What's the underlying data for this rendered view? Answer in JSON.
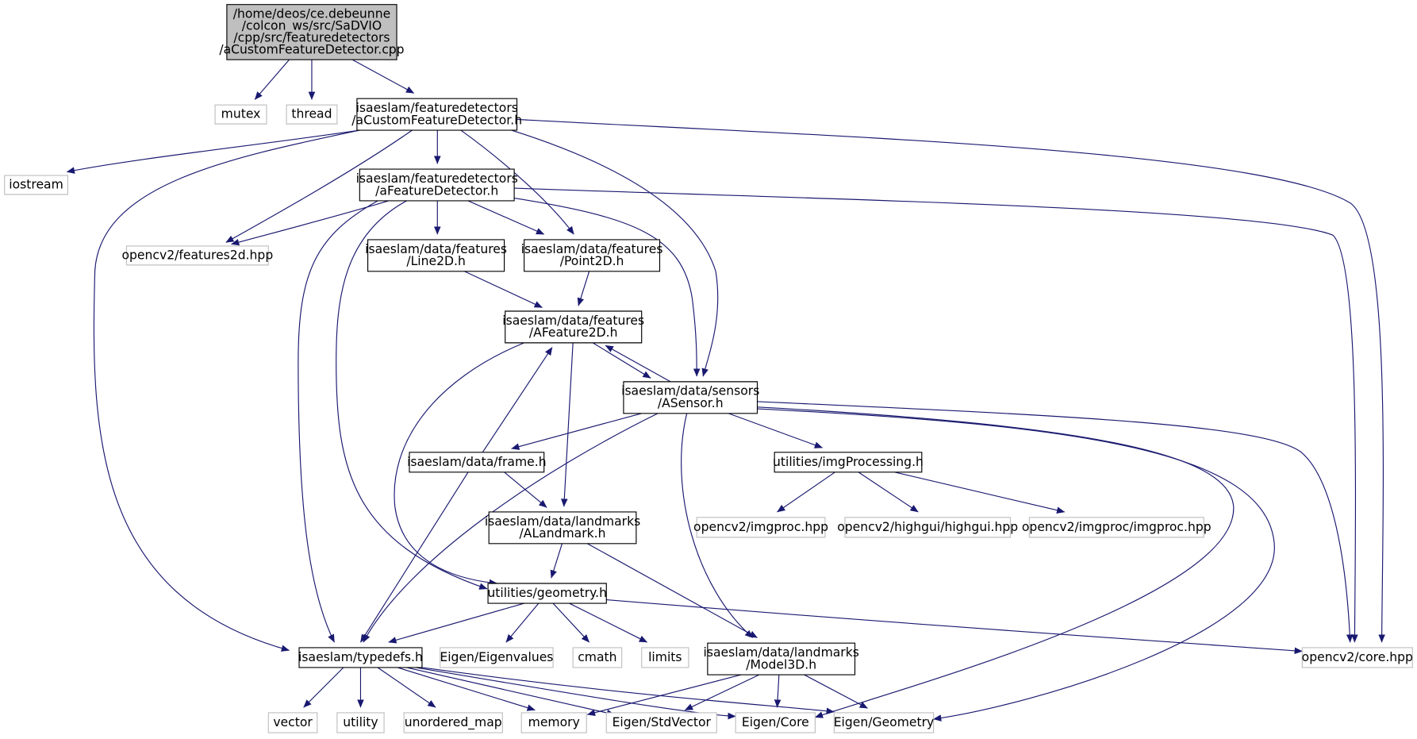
{
  "colors": {
    "edge": "#191970",
    "root_fill": "#bfbfbf",
    "root_border": "#000000",
    "node_border": "#000000",
    "external_border": "#bfbfbf",
    "node_fill": "#ffffff"
  },
  "nodes": [
    {
      "id": "root",
      "kind": "root",
      "lines": [
        "/home/deos/ce.debeunne",
        "/colcon_ws/src/SaDVIO",
        "/cpp/src/featuredetectors",
        "/aCustomFeatureDetector.cpp"
      ]
    },
    {
      "id": "mutex",
      "kind": "external",
      "lines": [
        "mutex"
      ]
    },
    {
      "id": "thread",
      "kind": "external",
      "lines": [
        "thread"
      ]
    },
    {
      "id": "acfd_h",
      "kind": "header",
      "lines": [
        "isaeslam/featuredetectors",
        "/aCustomFeatureDetector.h"
      ]
    },
    {
      "id": "iostream",
      "kind": "external",
      "lines": [
        "iostream"
      ]
    },
    {
      "id": "afd_h",
      "kind": "header",
      "lines": [
        "isaeslam/featuredetectors",
        "/aFeatureDetector.h"
      ]
    },
    {
      "id": "features2d",
      "kind": "external",
      "lines": [
        "opencv2/features2d.hpp"
      ]
    },
    {
      "id": "line2d",
      "kind": "header",
      "lines": [
        "isaeslam/data/features",
        "/Line2D.h"
      ]
    },
    {
      "id": "point2d",
      "kind": "header",
      "lines": [
        "isaeslam/data/features",
        "/Point2D.h"
      ]
    },
    {
      "id": "afeature2d",
      "kind": "header",
      "lines": [
        "isaeslam/data/features",
        "/AFeature2D.h"
      ]
    },
    {
      "id": "asensor",
      "kind": "header",
      "lines": [
        "isaeslam/data/sensors",
        "/ASensor.h"
      ]
    },
    {
      "id": "frame",
      "kind": "header",
      "lines": [
        "isaeslam/data/frame.h"
      ]
    },
    {
      "id": "imgprocessing",
      "kind": "header",
      "lines": [
        "utilities/imgProcessing.h"
      ]
    },
    {
      "id": "imgproc",
      "kind": "external",
      "lines": [
        "opencv2/imgproc.hpp"
      ]
    },
    {
      "id": "highgui",
      "kind": "external",
      "lines": [
        "opencv2/highgui/highgui.hpp"
      ]
    },
    {
      "id": "imgproc2",
      "kind": "external",
      "lines": [
        "opencv2/imgproc/imgproc.hpp"
      ]
    },
    {
      "id": "alandmark",
      "kind": "header",
      "lines": [
        "isaeslam/data/landmarks",
        "/ALandmark.h"
      ]
    },
    {
      "id": "geometry",
      "kind": "header",
      "lines": [
        "utilities/geometry.h"
      ]
    },
    {
      "id": "typedefs",
      "kind": "header",
      "lines": [
        "isaeslam/typedefs.h"
      ]
    },
    {
      "id": "eigenvalues",
      "kind": "external",
      "lines": [
        "Eigen/Eigenvalues"
      ]
    },
    {
      "id": "cmath",
      "kind": "external",
      "lines": [
        "cmath"
      ]
    },
    {
      "id": "limits",
      "kind": "external",
      "lines": [
        "limits"
      ]
    },
    {
      "id": "model3d",
      "kind": "header",
      "lines": [
        "isaeslam/data/landmarks",
        "/Model3D.h"
      ]
    },
    {
      "id": "core",
      "kind": "external",
      "lines": [
        "opencv2/core.hpp"
      ]
    },
    {
      "id": "vector",
      "kind": "external",
      "lines": [
        "vector"
      ]
    },
    {
      "id": "utility",
      "kind": "external",
      "lines": [
        "utility"
      ]
    },
    {
      "id": "unordered_map",
      "kind": "external",
      "lines": [
        "unordered_map"
      ]
    },
    {
      "id": "memory",
      "kind": "external",
      "lines": [
        "memory"
      ]
    },
    {
      "id": "stdvector",
      "kind": "external",
      "lines": [
        "Eigen/StdVector"
      ]
    },
    {
      "id": "eigencore",
      "kind": "external",
      "lines": [
        "Eigen/Core"
      ]
    },
    {
      "id": "eigengeometry",
      "kind": "external",
      "lines": [
        "Eigen/Geometry"
      ]
    }
  ]
}
